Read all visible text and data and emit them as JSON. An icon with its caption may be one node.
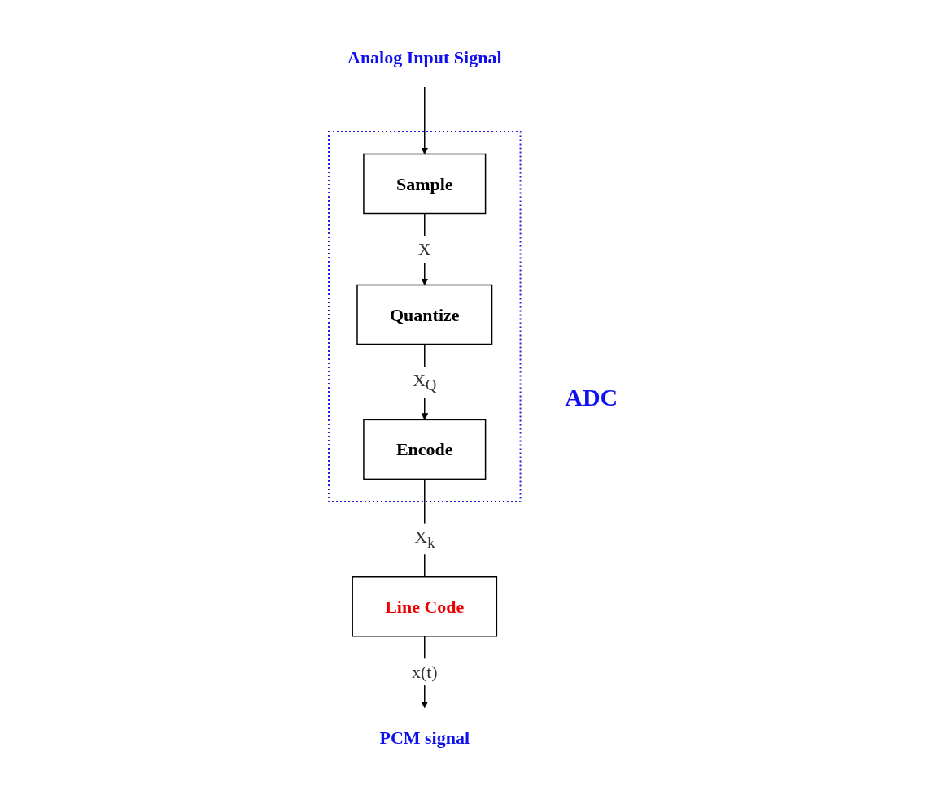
{
  "diagram": {
    "nodes": [
      {
        "text": [
          "Analog Input Signal"
        ]
      },
      {
        "text": [],
        "shape": "box",
        "beside": [
          "ADC"
        ]
      },
      {
        "text": [
          "Sample"
        ],
        "in": 1
      },
      {
        "text": [
          "Quantize"
        ],
        "in": 1
      },
      {
        "text": [
          "Encode"
        ],
        "in": 1
      },
      {
        "text": [
          "Line Code"
        ]
      },
      {
        "text": [
          "PCM signal"
        ]
      }
    ],
    "edges": [
      {
        "from": 0,
        "to": 2,
        "arrow": "to"
      },
      {
        "from": 2,
        "to": 3,
        "arrow": "to",
        "label": "X"
      },
      {
        "from": 3,
        "to": 4,
        "arrow": "to",
        "label": "X$_{Q}$"
      },
      {
        "from": 4,
        "to": 5,
        "arrow": "none",
        "label": "X$_{k}$"
      },
      {
        "from": 5,
        "to": 6,
        "arrow": "to",
        "label": "x(t)"
      }
    ]
  }
}
